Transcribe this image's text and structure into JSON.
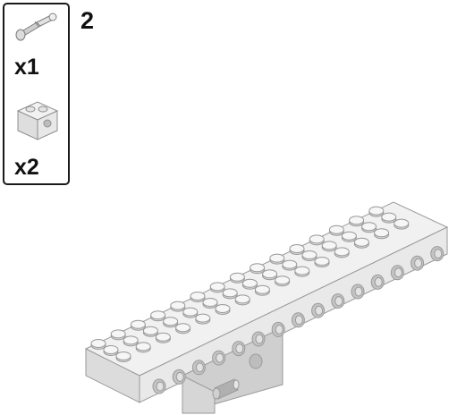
{
  "step": {
    "number": "2"
  },
  "parts": [
    {
      "icon": "axle-pin-icon",
      "quantity": "x1"
    },
    {
      "icon": "technic-brick-1x2-icon",
      "quantity": "x2"
    }
  ],
  "colors": {
    "brick": "#e9e9e9",
    "brick_shade": "#cfcfcf",
    "outline": "#9a9a9a",
    "pin": "#b0b0b0"
  },
  "model": {
    "icon": "assembled-technic-beam-model",
    "description_label": ""
  }
}
